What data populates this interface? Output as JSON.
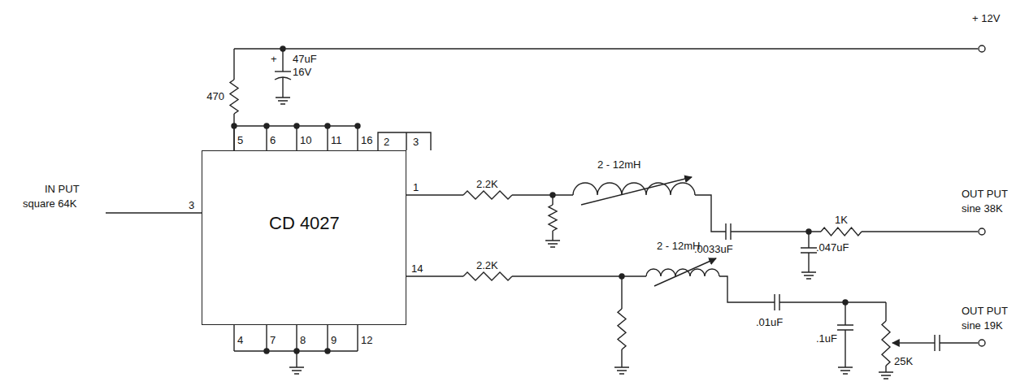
{
  "diagram": {
    "nodes": [
      {
        "text": [
          "CD 4027"
        ]
      }
    ],
    "labels": [
      "+ 12V",
      "+",
      "47uF",
      "16V",
      "470",
      "5",
      "6",
      "10",
      "11",
      "16",
      "2",
      "3",
      "IN PUT",
      "square 64K",
      "3",
      "1",
      "2.2K",
      "2 - 12mH",
      ".0033uF",
      ".047uF",
      "1K",
      "OUT PUT",
      "sine 38K",
      "14",
      "2.2K",
      "2 - 12mH",
      ".01uF",
      ".1uF",
      "25K",
      "OUT PUT",
      "sine 19K",
      "4",
      "7",
      "8",
      "9",
      "12"
    ]
  }
}
